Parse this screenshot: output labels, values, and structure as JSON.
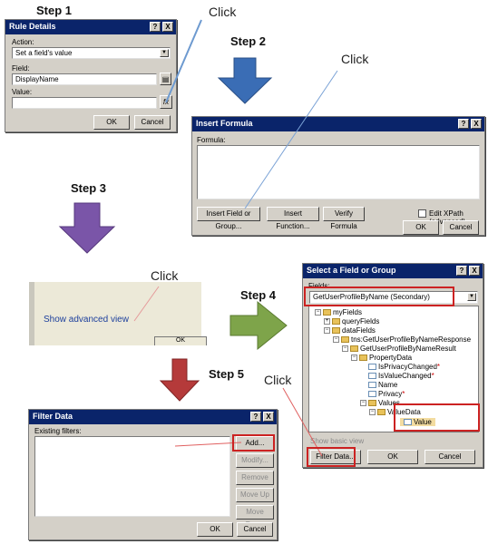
{
  "steps": {
    "s1": "Step 1",
    "s2": "Step 2",
    "s3": "Step 3",
    "s4": "Step 4",
    "s5": "Step 5"
  },
  "click_label": "Click",
  "rule_details": {
    "title": "Rule Details",
    "help": "?",
    "close": "X",
    "action_label": "Action:",
    "action_value": "Set a field's value",
    "field_label": "Field:",
    "field_value": "DisplayName",
    "value_label": "Value:",
    "fx": "fx",
    "ok": "OK",
    "cancel": "Cancel"
  },
  "insert_formula": {
    "title": "Insert Formula",
    "help": "?",
    "close": "X",
    "formula_label": "Formula:",
    "insert_field": "Insert Field or Group...",
    "insert_function": "Insert Function...",
    "verify": "Verify Formula",
    "edit_xpath": "Edit XPath (advanced)",
    "ok": "OK",
    "cancel": "Cancel"
  },
  "advanced": {
    "link": "Show advanced view",
    "ok_partial": "OK"
  },
  "select_field": {
    "title": "Select a Field or Group",
    "help": "?",
    "close": "X",
    "fields_label": "Fields:",
    "source": "GetUserProfileByName (Secondary)",
    "tree": [
      "myFields",
      "queryFields",
      "dataFields",
      "tns:GetUserProfileByNameResponse",
      "GetUserProfileByNameResult",
      "PropertyData",
      "IsPrivacyChanged",
      "IsValueChanged",
      "Name",
      "Privacy",
      "Values",
      "ValueData",
      "Value"
    ],
    "required_marker": "*",
    "show_basic": "Show basic view",
    "filter": "Filter Data...",
    "ok": "OK",
    "cancel": "Cancel"
  },
  "filter_data": {
    "title": "Filter Data",
    "help": "?",
    "close": "X",
    "existing_label": "Existing filters:",
    "add": "Add...",
    "modify": "Modify...",
    "remove": "Remove",
    "move_up": "Move Up",
    "move_down": "Move Down",
    "ok": "OK",
    "cancel": "Cancel"
  },
  "colors": {
    "arrow_blue": "#3a6db5",
    "arrow_purple": "#7a55a8",
    "arrow_green": "#7ea44a",
    "arrow_red": "#b53a3a",
    "highlight_red": "#cc2222",
    "titlebar": "#0a246a"
  }
}
